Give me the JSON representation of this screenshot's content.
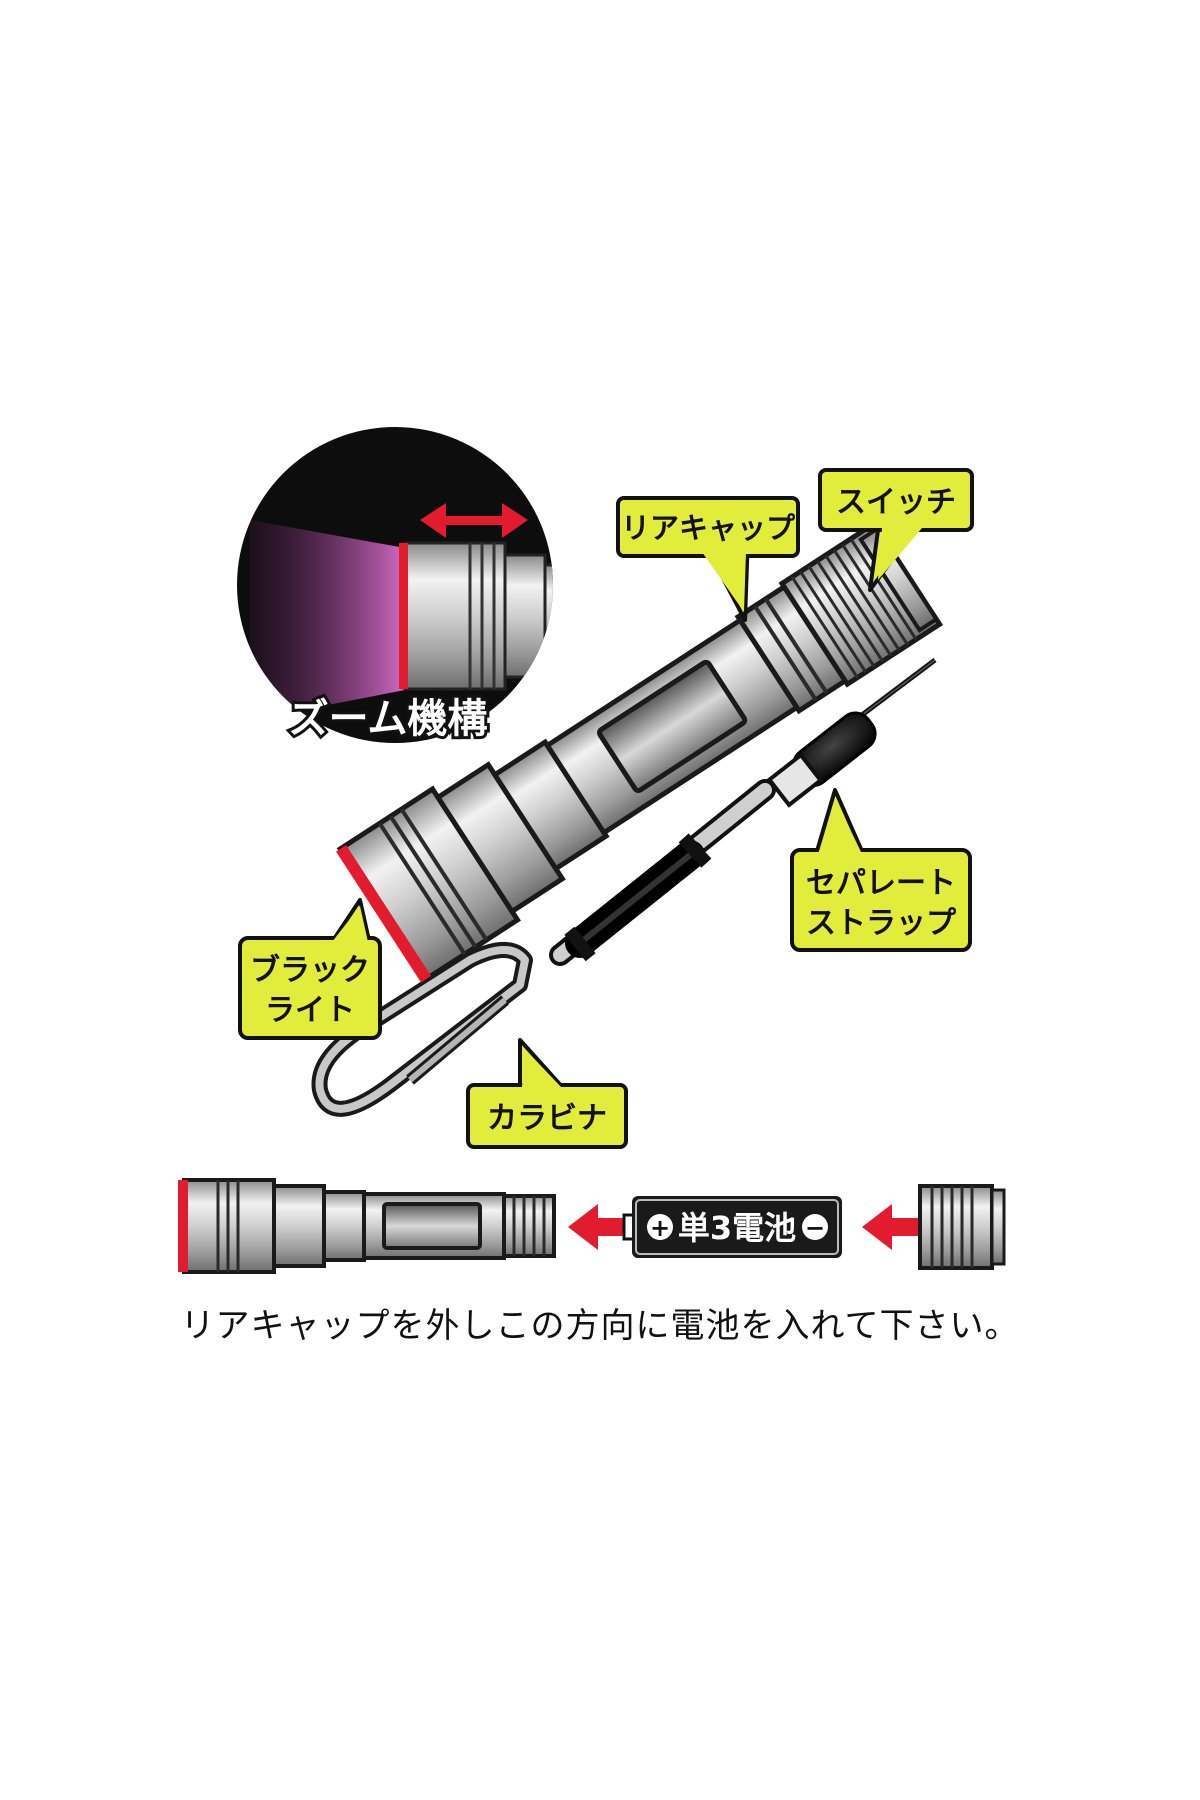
{
  "labels": {
    "zoom_mechanism": "ズーム機構",
    "rear_cap": "リアキャップ",
    "switch": "スイッチ",
    "separate_strap_line1": "セパレート",
    "separate_strap_line2": "ストラップ",
    "black_light_line1": "ブラック",
    "black_light_line2": "ライト",
    "carabiner": "カラビナ"
  },
  "battery": {
    "plus": "+",
    "minus": "−",
    "label": "単3電池"
  },
  "caption": "リアキャップを外しこの方向に電池を入れて下さい。",
  "colors": {
    "callout_fill": "#e2ec3a",
    "accent_red": "#e21b2e",
    "uv_purple": "#c257b4"
  }
}
